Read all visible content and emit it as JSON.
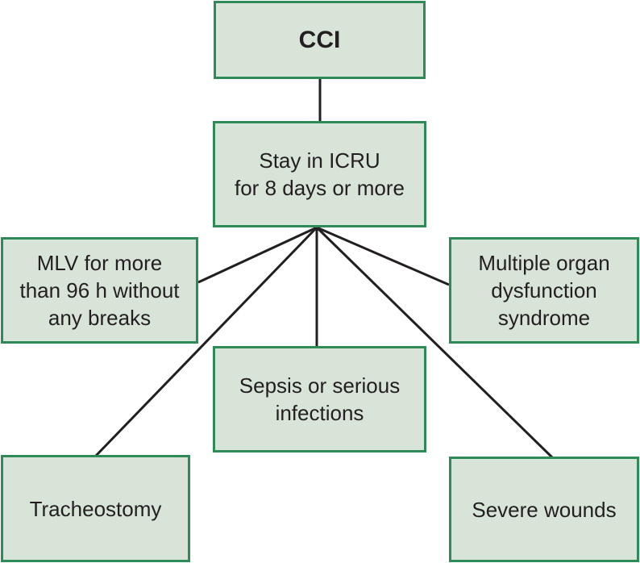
{
  "colors": {
    "box_fill": "#d8e4d8",
    "box_border": "#2e8b57",
    "connector": "#231f20",
    "text": "#231f20"
  },
  "nodes": {
    "root": "CCI",
    "icu_stay": "Stay in ICRU\nfor 8 days or more",
    "mlv": "MLV for more\nthan 96 h without\nany breaks",
    "modysfunction": "Multiple organ\ndysfunction\nsyndrome",
    "sepsis": "Sepsis or serious\ninfections",
    "tracheostomy": "Tracheostomy",
    "wounds": "Severe wounds"
  }
}
